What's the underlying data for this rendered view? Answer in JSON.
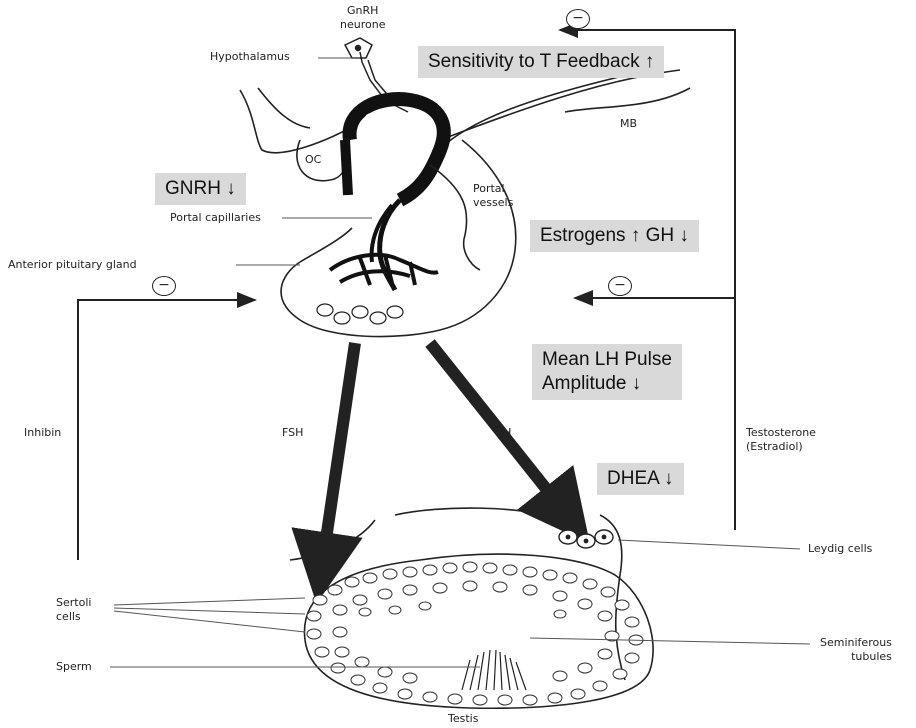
{
  "labels": {
    "gnrh_neurone": "GnRH\nneurone",
    "hypothalamus": "Hypothalamus",
    "oc": "OC",
    "mb": "MB",
    "portal_capillaries": "Portal capillaries",
    "portal_vessels": "Portal\nvessels",
    "anterior_pituitary": "Anterior pituitary gland",
    "inhibin": "Inhibin",
    "fsh": "FSH",
    "lh": "LH",
    "testosterone": "Testosterone\n(Estradiol)",
    "leydig_cells": "Leydig cells",
    "sertoli_cells": "Sertoli\ncells",
    "sperm": "Sperm",
    "seminiferous_tubules": "Seminiferous\ntubules",
    "testis": "Testis"
  },
  "boxes": {
    "sensitivity": "Sensitivity to T Feedback ↑",
    "gnrh": "GNRH ↓",
    "estrogens": "Estrogens ↑ GH ↓",
    "mean_lh": "Mean LH Pulse\nAmplitude ↓",
    "dhea": "DHEA ↓"
  },
  "minus_sign": "−"
}
